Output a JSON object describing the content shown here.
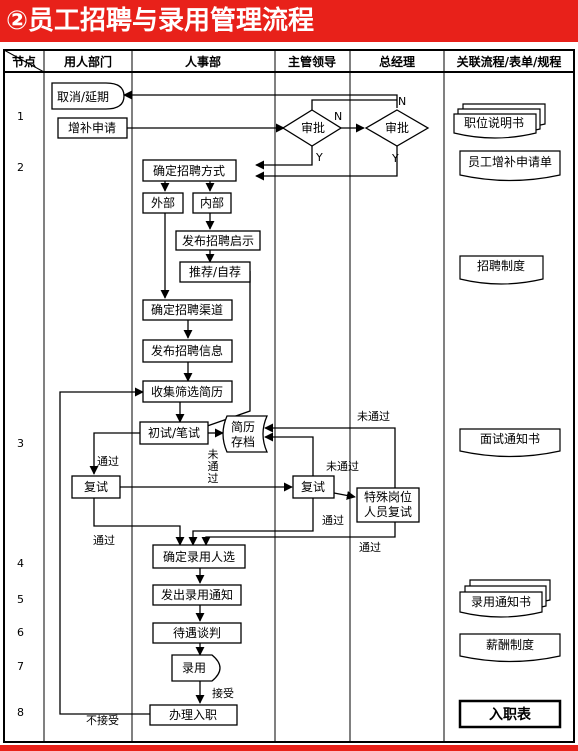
{
  "title": "②员工招聘与录用管理流程",
  "columns": {
    "node": "节点",
    "dept": "用人部门",
    "hr": "人事部",
    "supervisor": "主管领导",
    "gm": "总经理",
    "docs": "关联流程/表单/规程"
  },
  "node_numbers": [
    "1",
    "2",
    "3",
    "4",
    "5",
    "6",
    "7",
    "8"
  ],
  "steps": {
    "cancel_delay": "取消/延期",
    "add_request": "增补申请",
    "approve_supervisor": "审批",
    "approve_gm": "审批",
    "determine_method": "确定招聘方式",
    "external": "外部",
    "internal": "内部",
    "publish_notice": "发布招聘启示",
    "recommend": "推荐/自荐",
    "determine_channel": "确定招聘渠道",
    "publish_info": "发布招聘信息",
    "collect_resume": "收集筛选简历",
    "first_test": "初试/笔试",
    "resume_archive": "简历存档",
    "retest_dept": "复试",
    "retest_supervisor": "复试",
    "special_retest": "特殊岗位人员复试",
    "confirm_hire": "确定录用人选",
    "send_offer": "发出录用通知",
    "negotiate": "待遇谈判",
    "hire": "录用",
    "onboard": "办理入职"
  },
  "labels": {
    "n1": "N",
    "n2": "N",
    "y1": "Y",
    "y2": "Y",
    "pass_dept": "通过",
    "pass_dept2": "通过",
    "pass_sup": "通过",
    "pass_gm": "通过",
    "fail_first": "未通过",
    "fail_sup": "未通过",
    "fail_gm": "未通过",
    "accept": "接受",
    "reject": "不接受"
  },
  "docs": {
    "job_desc": "职位说明书",
    "staff_request": "员工增补申请单",
    "recruit_policy": "招聘制度",
    "interview_notice": "面试通知书",
    "offer_letter": "录用通知书",
    "salary_policy": "薪酬制度",
    "onboard_form": "入职表"
  },
  "colors": {
    "banner": "#e8211a",
    "banner_text": "#ffffff",
    "line": "#000000"
  }
}
